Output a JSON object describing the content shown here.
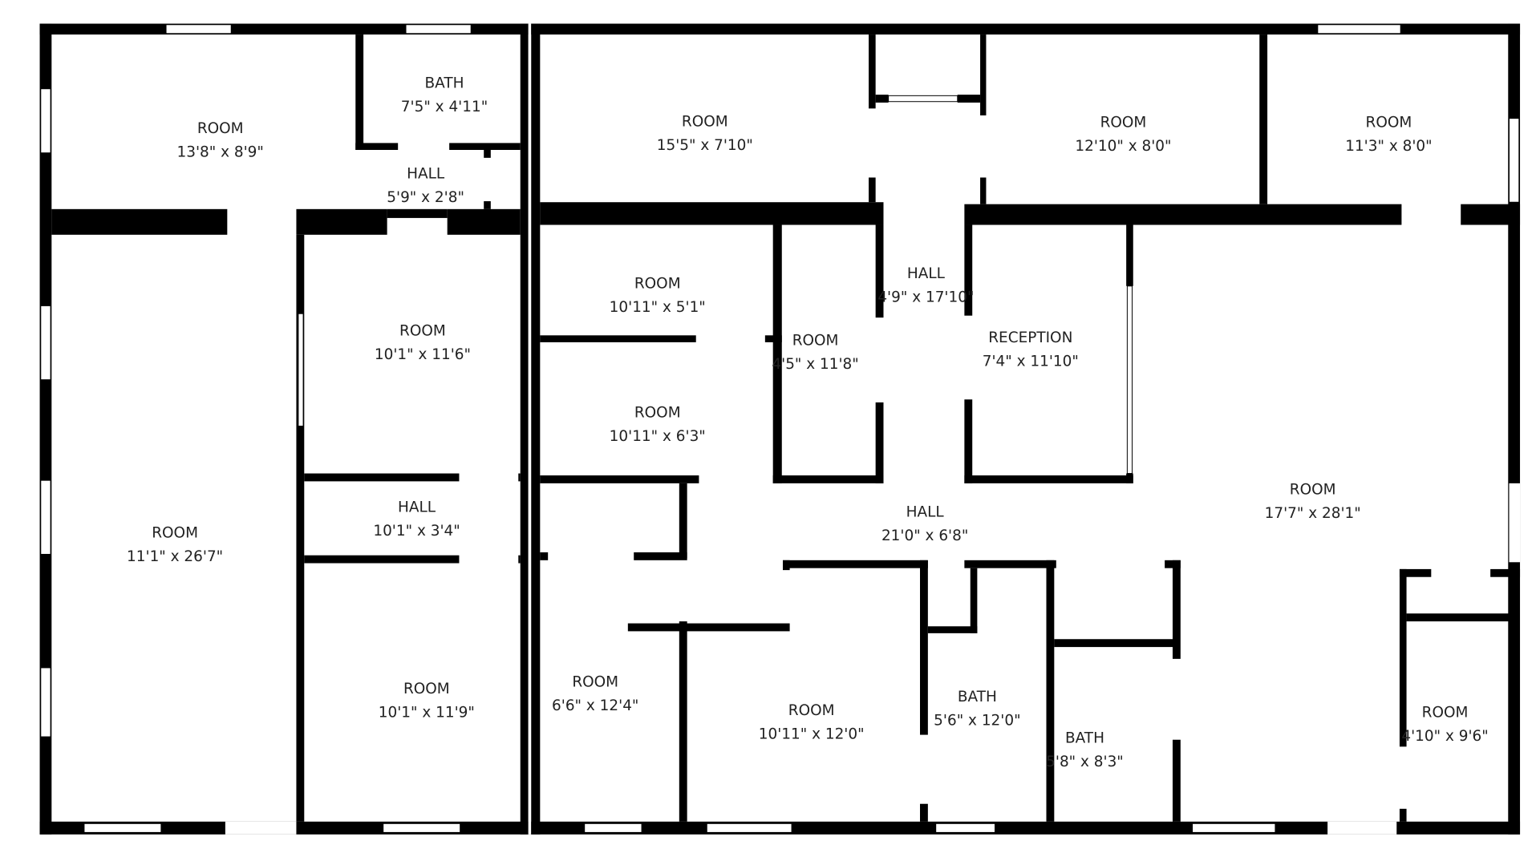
{
  "colors": {
    "walls": "#000000",
    "background": "#ffffff",
    "text": "#222222"
  },
  "rooms": [
    {
      "name": "ROOM",
      "dims": "13'8\" x 8'9\""
    },
    {
      "name": "BATH",
      "dims": "7'5\" x 4'11\""
    },
    {
      "name": "HALL",
      "dims": "5'9\" x 2'8\""
    },
    {
      "name": "ROOM",
      "dims": "11'1\" x 26'7\""
    },
    {
      "name": "ROOM",
      "dims": "10'1\" x 11'6\""
    },
    {
      "name": "HALL",
      "dims": "10'1\" x 3'4\""
    },
    {
      "name": "ROOM",
      "dims": "10'1\" x 11'9\""
    },
    {
      "name": "ROOM",
      "dims": "15'5\" x 7'10\""
    },
    {
      "name": "ROOM",
      "dims": "12'10\" x 8'0\""
    },
    {
      "name": "ROOM",
      "dims": "11'3\" x 8'0\""
    },
    {
      "name": "ROOM",
      "dims": "10'11\" x 5'1\""
    },
    {
      "name": "ROOM",
      "dims": "10'11\" x 6'3\""
    },
    {
      "name": "ROOM",
      "dims": "4'5\" x 11'8\""
    },
    {
      "name": "HALL",
      "dims": "4'9\" x 17'10\""
    },
    {
      "name": "RECEPTION",
      "dims": "7'4\" x 11'10\""
    },
    {
      "name": "ROOM",
      "dims": "17'7\" x 28'1\""
    },
    {
      "name": "HALL",
      "dims": "21'0\" x 6'8\""
    },
    {
      "name": "ROOM",
      "dims": "6'6\" x 12'4\""
    },
    {
      "name": "ROOM",
      "dims": "10'11\" x 12'0\""
    },
    {
      "name": "BATH",
      "dims": "5'6\" x 12'0\""
    },
    {
      "name": "BATH",
      "dims": "5'8\" x 8'3\""
    },
    {
      "name": "ROOM",
      "dims": "4'10\" x 9'6\""
    }
  ]
}
